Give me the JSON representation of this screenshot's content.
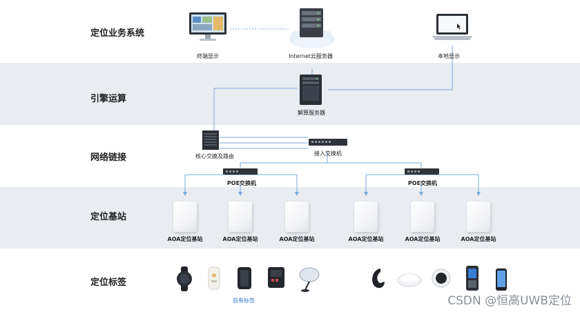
{
  "layers": {
    "business": "定位业务系统",
    "engine": "引擎运算",
    "network": "网络链接",
    "anchors": "定位基站",
    "tags": "定位标签"
  },
  "devices": {
    "terminal_display": "终端显示",
    "cloud_server": "Internet云服务器",
    "local_display": "本地显示",
    "solver_server": "解算服务器",
    "core_switch": "核心交换及路由",
    "access_switch": "接入交换机",
    "poe_switch_left": "POE交换机",
    "poe_switch_right": "POE交换机"
  },
  "anchor_label": "AOA定位基站",
  "own_tags_label": "自有标签",
  "watermark": "CSDN @恒高UWB定位",
  "colors": {
    "link": "#7aa7d9",
    "band_gray": "#e9edf2",
    "caption_blue": "#3a7bd5"
  }
}
